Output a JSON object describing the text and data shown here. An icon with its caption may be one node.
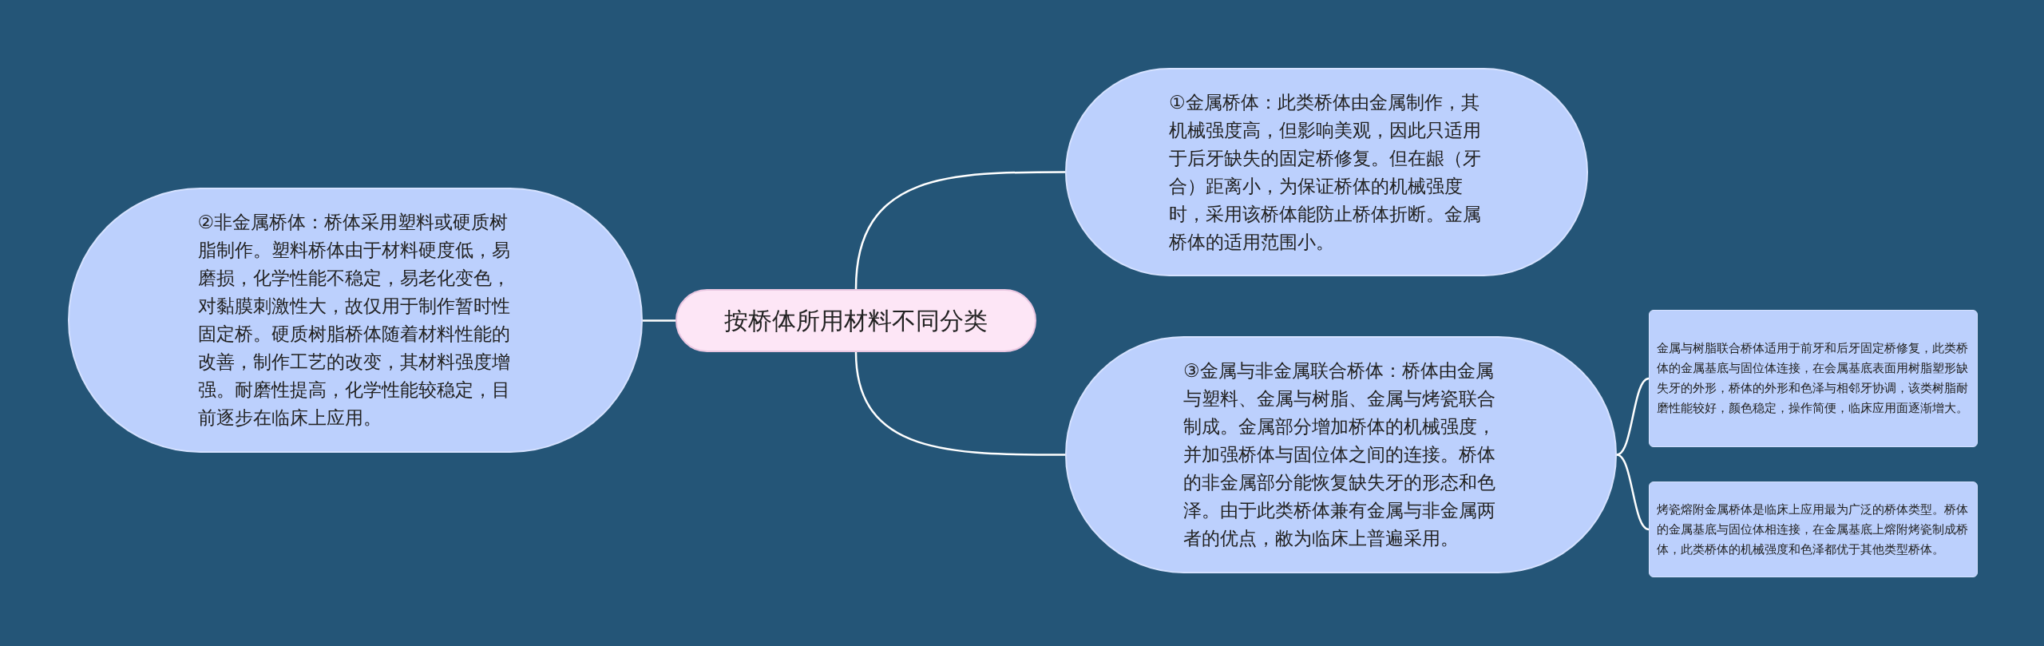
{
  "diagram": {
    "nodes": [
      {
        "text": [
          "按桥体所用材料不同分类"
        ]
      },
      {
        "text": [
          "①金属桥体：此类桥体由金属制作，其机械强度高，但影响美观，因此只适用于后牙缺失的固定桥修复。但在龈（牙合）距离小，为保证桥体的机械强度时，采用该桥体能防止桥体折断。金属桥体的适用范围小。"
        ]
      },
      {
        "text": [
          "②非金属桥体：桥体采用塑料或硬质树脂制作。塑料桥体由于材料硬度低，易磨损，化学性能不稳定，易老化变色，对黏膜刺激性大，故仅用于制作暂时性固定桥。硬质树脂桥体随着材料性能的改善，制作工艺的改变，其材料强度增强。耐磨性提高，化学性能较稳定，目前逐步在临床上应用。"
        ]
      },
      {
        "text": [
          "③金属与非金属联合桥体：桥体由金属与塑料、金属与树脂、金属与烤瓷联合制成。金属部分增加桥体的机械强度，并加强桥体与固位体之间的连接。桥体的非金属部分能恢复缺失牙的形态和色泽。由于此类桥体兼有金属与非金属两者的优点，敝为临床上普遍采用。"
        ]
      },
      {
        "text": [
          "金属与树脂联合桥体适用于前牙和后牙固定桥修复，此类桥体的金属基底与固位体连接，在会属基底表面用树脂塑形缺失牙的外形，桥体的外形和色泽与相邻牙协调，该类树脂耐磨性能较好，颜色稳定，操作简便，临床应用面逐渐增大。"
        ]
      },
      {
        "text": [
          "烤瓷熔附金属桥体是临床上应用最为广泛的桥体类型。桥体的金属基底与固位体相连接，在金属基底上熔附烤瓷制成桥体，此类桥体的机械强度和色泽都优于其他类型桥体。"
        ]
      }
    ],
    "edges": [
      {
        "from": 0,
        "to": 1,
        "arrow": "none"
      },
      {
        "from": 0,
        "to": 2,
        "arrow": "none"
      },
      {
        "from": 0,
        "to": 3,
        "arrow": "none"
      },
      {
        "from": 3,
        "to": 4,
        "arrow": "none"
      },
      {
        "from": 3,
        "to": 5,
        "arrow": "none"
      }
    ]
  }
}
